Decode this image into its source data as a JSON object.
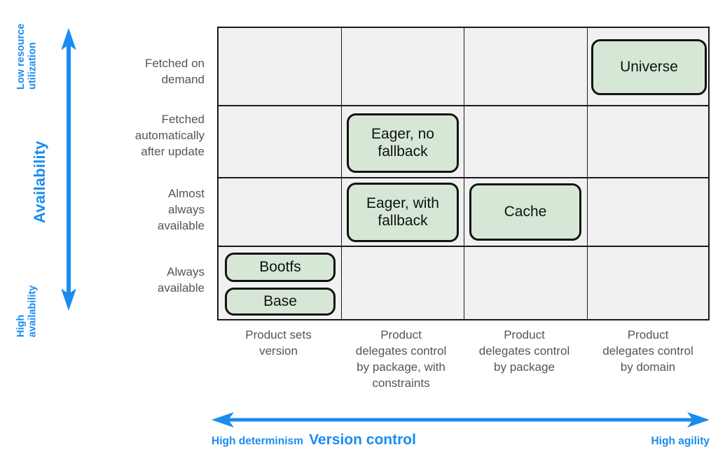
{
  "diagram": {
    "y_axis": {
      "title": "Availability",
      "top_cap": "Low resource\nutilization",
      "bottom_cap": "High\navailability",
      "arrow_color": "#1a8cf0",
      "arrow_direction": "double"
    },
    "x_axis": {
      "title": "Version control",
      "left_cap": "High determinism",
      "right_cap": "High agility",
      "arrow_color": "#1a8cf0",
      "arrow_direction": "double"
    },
    "rows": [
      {
        "label": "Fetched on\ndemand"
      },
      {
        "label": "Fetched\nautomatically\nafter update"
      },
      {
        "label": "Almost\nalways\navailable"
      },
      {
        "label": "Always\navailable"
      }
    ],
    "columns": [
      {
        "label": "Product sets\nversion"
      },
      {
        "label": "Product\ndelegates control\nby package, with\nconstraints"
      },
      {
        "label": "Product\ndelegates control\nby package"
      },
      {
        "label": "Product\ndelegates control\nby domain"
      }
    ],
    "node_fill": "#d6e8d5",
    "node_border": "#131313",
    "grid_fill": "#f1f1f1",
    "nodes": [
      {
        "label": "Universe",
        "row": 0,
        "col": 3
      },
      {
        "label": "Eager, no\nfallback",
        "row": 1,
        "col": 1
      },
      {
        "label": "Eager, with\nfallback",
        "row": 2,
        "col": 1
      },
      {
        "label": "Cache",
        "row": 2,
        "col": 2
      },
      {
        "label": "Bootfs",
        "row": 3,
        "col": 0
      },
      {
        "label": "Base",
        "row": 3,
        "col": 0
      }
    ]
  }
}
